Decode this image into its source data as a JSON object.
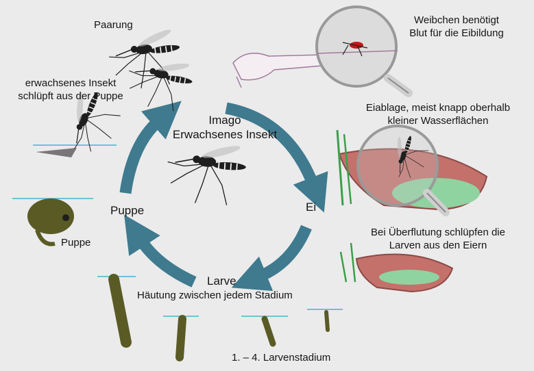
{
  "labels": {
    "mating": "Paarung",
    "emerge_line1": "erwachsenes Insekt",
    "emerge_line2": "schlüpft aus der Puppe",
    "imago_line1": "Imago",
    "imago_line2": "Erwachsenes Insekt",
    "blood_line1": "Weibchen benötigt",
    "blood_line2": "Blut für die Eibildung",
    "egglay_line1": "Eiablage, meist knapp oberhalb",
    "egglay_line2": "kleiner Wasserflächen",
    "egg": "Ei",
    "pupa_cycle": "Puppe",
    "pupa_side": "Puppe",
    "flood_line1": "Bei Überflutung schlüpfen die",
    "flood_line2": "Larven aus den Eiern",
    "larva": "Larve",
    "molting": "Häutung zwischen jedem Stadium",
    "instars": "1. – 4. Larvenstadium"
  },
  "colors": {
    "arrow": "#3f7a8f",
    "water": "#6fc1d3",
    "dish": "#c4706b",
    "dish_water": "#8fd3a0",
    "larva": "#5a5a25",
    "mosquito": "#1e1e1e",
    "blood": "#c01818"
  }
}
